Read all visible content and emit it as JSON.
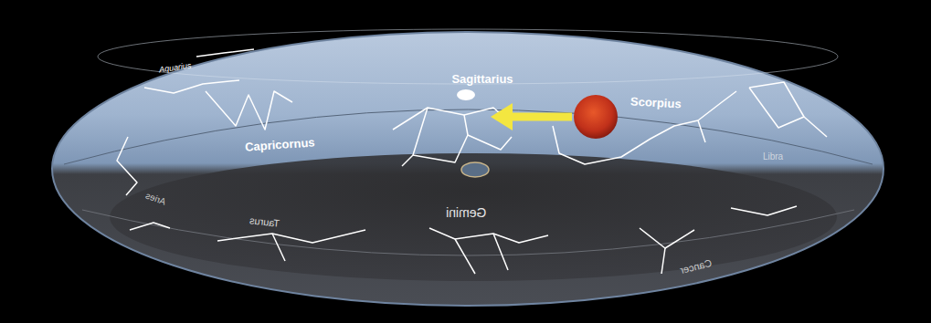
{
  "diagram": {
    "labels": [
      "Aquarius",
      "Sagittarius",
      "Scorpius",
      "Capricornus",
      "Libra",
      "Aries",
      "Taurus",
      "Gemini",
      "Cancer"
    ]
  }
}
